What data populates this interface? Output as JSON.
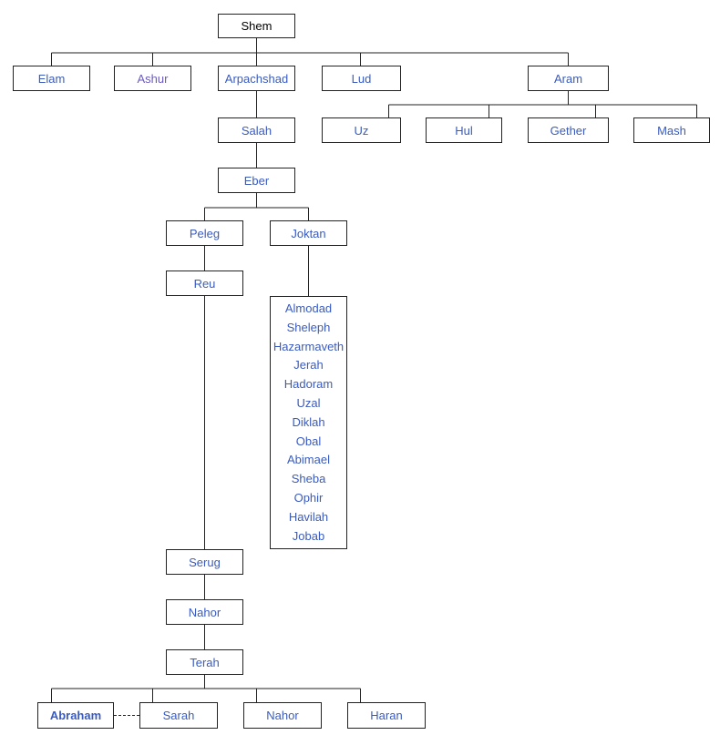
{
  "tree": {
    "root": "Shem",
    "sons_of_shem": [
      "Elam",
      "Ashur",
      "Arpachshad",
      "Lud",
      "Aram"
    ],
    "sons_of_aram": [
      "Uz",
      "Hul",
      "Gether",
      "Mash"
    ],
    "line": [
      "Salah",
      "Eber"
    ],
    "sons_of_eber": [
      "Peleg",
      "Joktan"
    ],
    "peleg_line": [
      "Reu",
      "Serug",
      "Nahor",
      "Terah"
    ],
    "sons_of_joktan": [
      "Almodad",
      "Sheleph",
      "Hazarmaveth",
      "Jerah",
      "Hadoram",
      "Uzal",
      "Diklah",
      "Obal",
      "Abimael",
      "Sheba",
      "Ophir",
      "Havilah",
      "Jobab"
    ],
    "terah_children": [
      "Abraham",
      "Sarah",
      "Nahor",
      "Haran"
    ]
  },
  "colors": {
    "link": "#3a5bbf",
    "visited": "#6a5bbf",
    "border": "#222222",
    "text": "#000000"
  }
}
